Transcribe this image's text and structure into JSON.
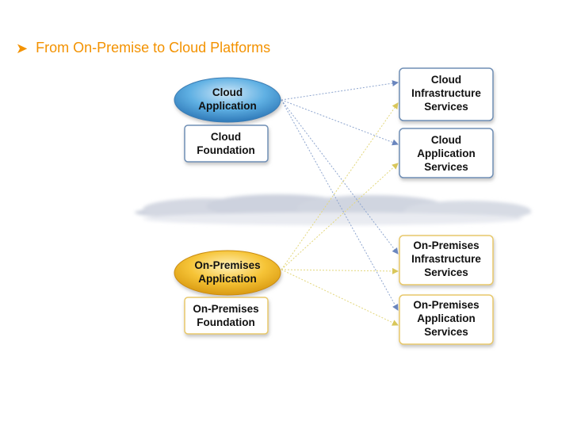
{
  "heading": {
    "bullet_icon": "arrow-bullet-icon",
    "text": "From On-Premise to Cloud Platforms",
    "color": "#f39200"
  },
  "colors": {
    "cloud_blue": "#5ea7d9",
    "onprem_gold": "#f2b632",
    "cloud_border": "#6f8fb5",
    "onprem_border": "#e8c86a",
    "blue_arrow": "#8fa6cf",
    "yellow_arrow": "#e3d77c"
  },
  "cloud_application": {
    "line1": "Cloud",
    "line2": "Application"
  },
  "cloud_foundation": {
    "line1": "Cloud",
    "line2": "Foundation"
  },
  "onprem_application": {
    "line1": "On-Premises",
    "line2": "Application"
  },
  "onprem_foundation": {
    "line1": "On-Premises",
    "line2": "Foundation"
  },
  "services": [
    {
      "line1": "Cloud",
      "line2": "Infrastructure",
      "line3": "Services"
    },
    {
      "line1": "Cloud",
      "line2": "Application",
      "line3": "Services"
    },
    {
      "line1": "On-Premises",
      "line2": "Infrastructure",
      "line3": "Services"
    },
    {
      "line1": "On-Premises",
      "line2": "Application",
      "line3": "Services"
    }
  ]
}
